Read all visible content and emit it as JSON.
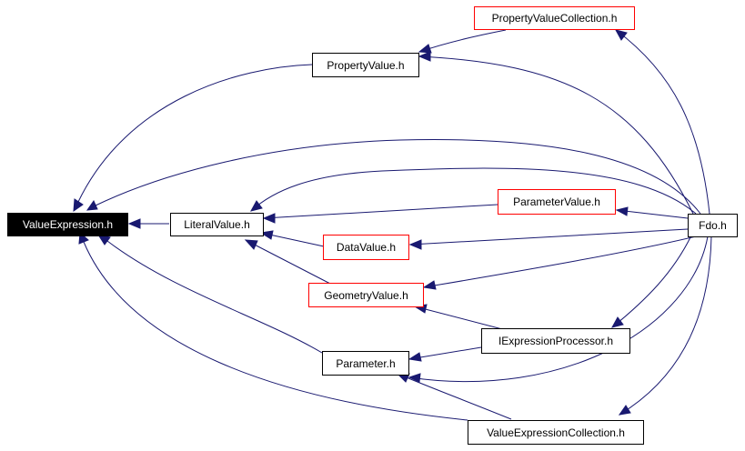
{
  "diagram": {
    "colors": {
      "edge": "#191970",
      "node_border": "#000000",
      "external_border": "#ff0000",
      "root_fill": "#000000",
      "root_text": "#ffffff"
    },
    "nodes": {
      "value_expression": {
        "label": "ValueExpression.h",
        "kind": "root"
      },
      "literal_value": {
        "label": "LiteralValue.h",
        "kind": "internal"
      },
      "property_value": {
        "label": "PropertyValue.h",
        "kind": "internal"
      },
      "property_value_collection": {
        "label": "PropertyValueCollection.h",
        "kind": "external"
      },
      "parameter_value": {
        "label": "ParameterValue.h",
        "kind": "external"
      },
      "data_value": {
        "label": "DataValue.h",
        "kind": "external"
      },
      "geometry_value": {
        "label": "GeometryValue.h",
        "kind": "external"
      },
      "fdo": {
        "label": "Fdo.h",
        "kind": "internal"
      },
      "iexpression_processor": {
        "label": "IExpressionProcessor.h",
        "kind": "internal"
      },
      "parameter": {
        "label": "Parameter.h",
        "kind": "internal"
      },
      "value_expression_collection": {
        "label": "ValueExpressionCollection.h",
        "kind": "internal"
      }
    },
    "edges": [
      {
        "from": "literal_value",
        "to": "value_expression"
      },
      {
        "from": "property_value",
        "to": "value_expression"
      },
      {
        "from": "parameter",
        "to": "value_expression"
      },
      {
        "from": "value_expression_collection",
        "to": "value_expression"
      },
      {
        "from": "fdo",
        "to": "value_expression"
      },
      {
        "from": "property_value_collection",
        "to": "property_value"
      },
      {
        "from": "fdo",
        "to": "property_value"
      },
      {
        "from": "fdo",
        "to": "property_value_collection"
      },
      {
        "from": "parameter_value",
        "to": "literal_value"
      },
      {
        "from": "data_value",
        "to": "literal_value"
      },
      {
        "from": "geometry_value",
        "to": "literal_value"
      },
      {
        "from": "fdo",
        "to": "literal_value"
      },
      {
        "from": "fdo",
        "to": "parameter_value"
      },
      {
        "from": "fdo",
        "to": "data_value"
      },
      {
        "from": "fdo",
        "to": "geometry_value"
      },
      {
        "from": "iexpression_processor",
        "to": "geometry_value"
      },
      {
        "from": "iexpression_processor",
        "to": "parameter"
      },
      {
        "from": "fdo",
        "to": "iexpression_processor"
      },
      {
        "from": "fdo",
        "to": "parameter"
      },
      {
        "from": "value_expression_collection",
        "to": "parameter"
      },
      {
        "from": "fdo",
        "to": "value_expression_collection"
      }
    ]
  }
}
